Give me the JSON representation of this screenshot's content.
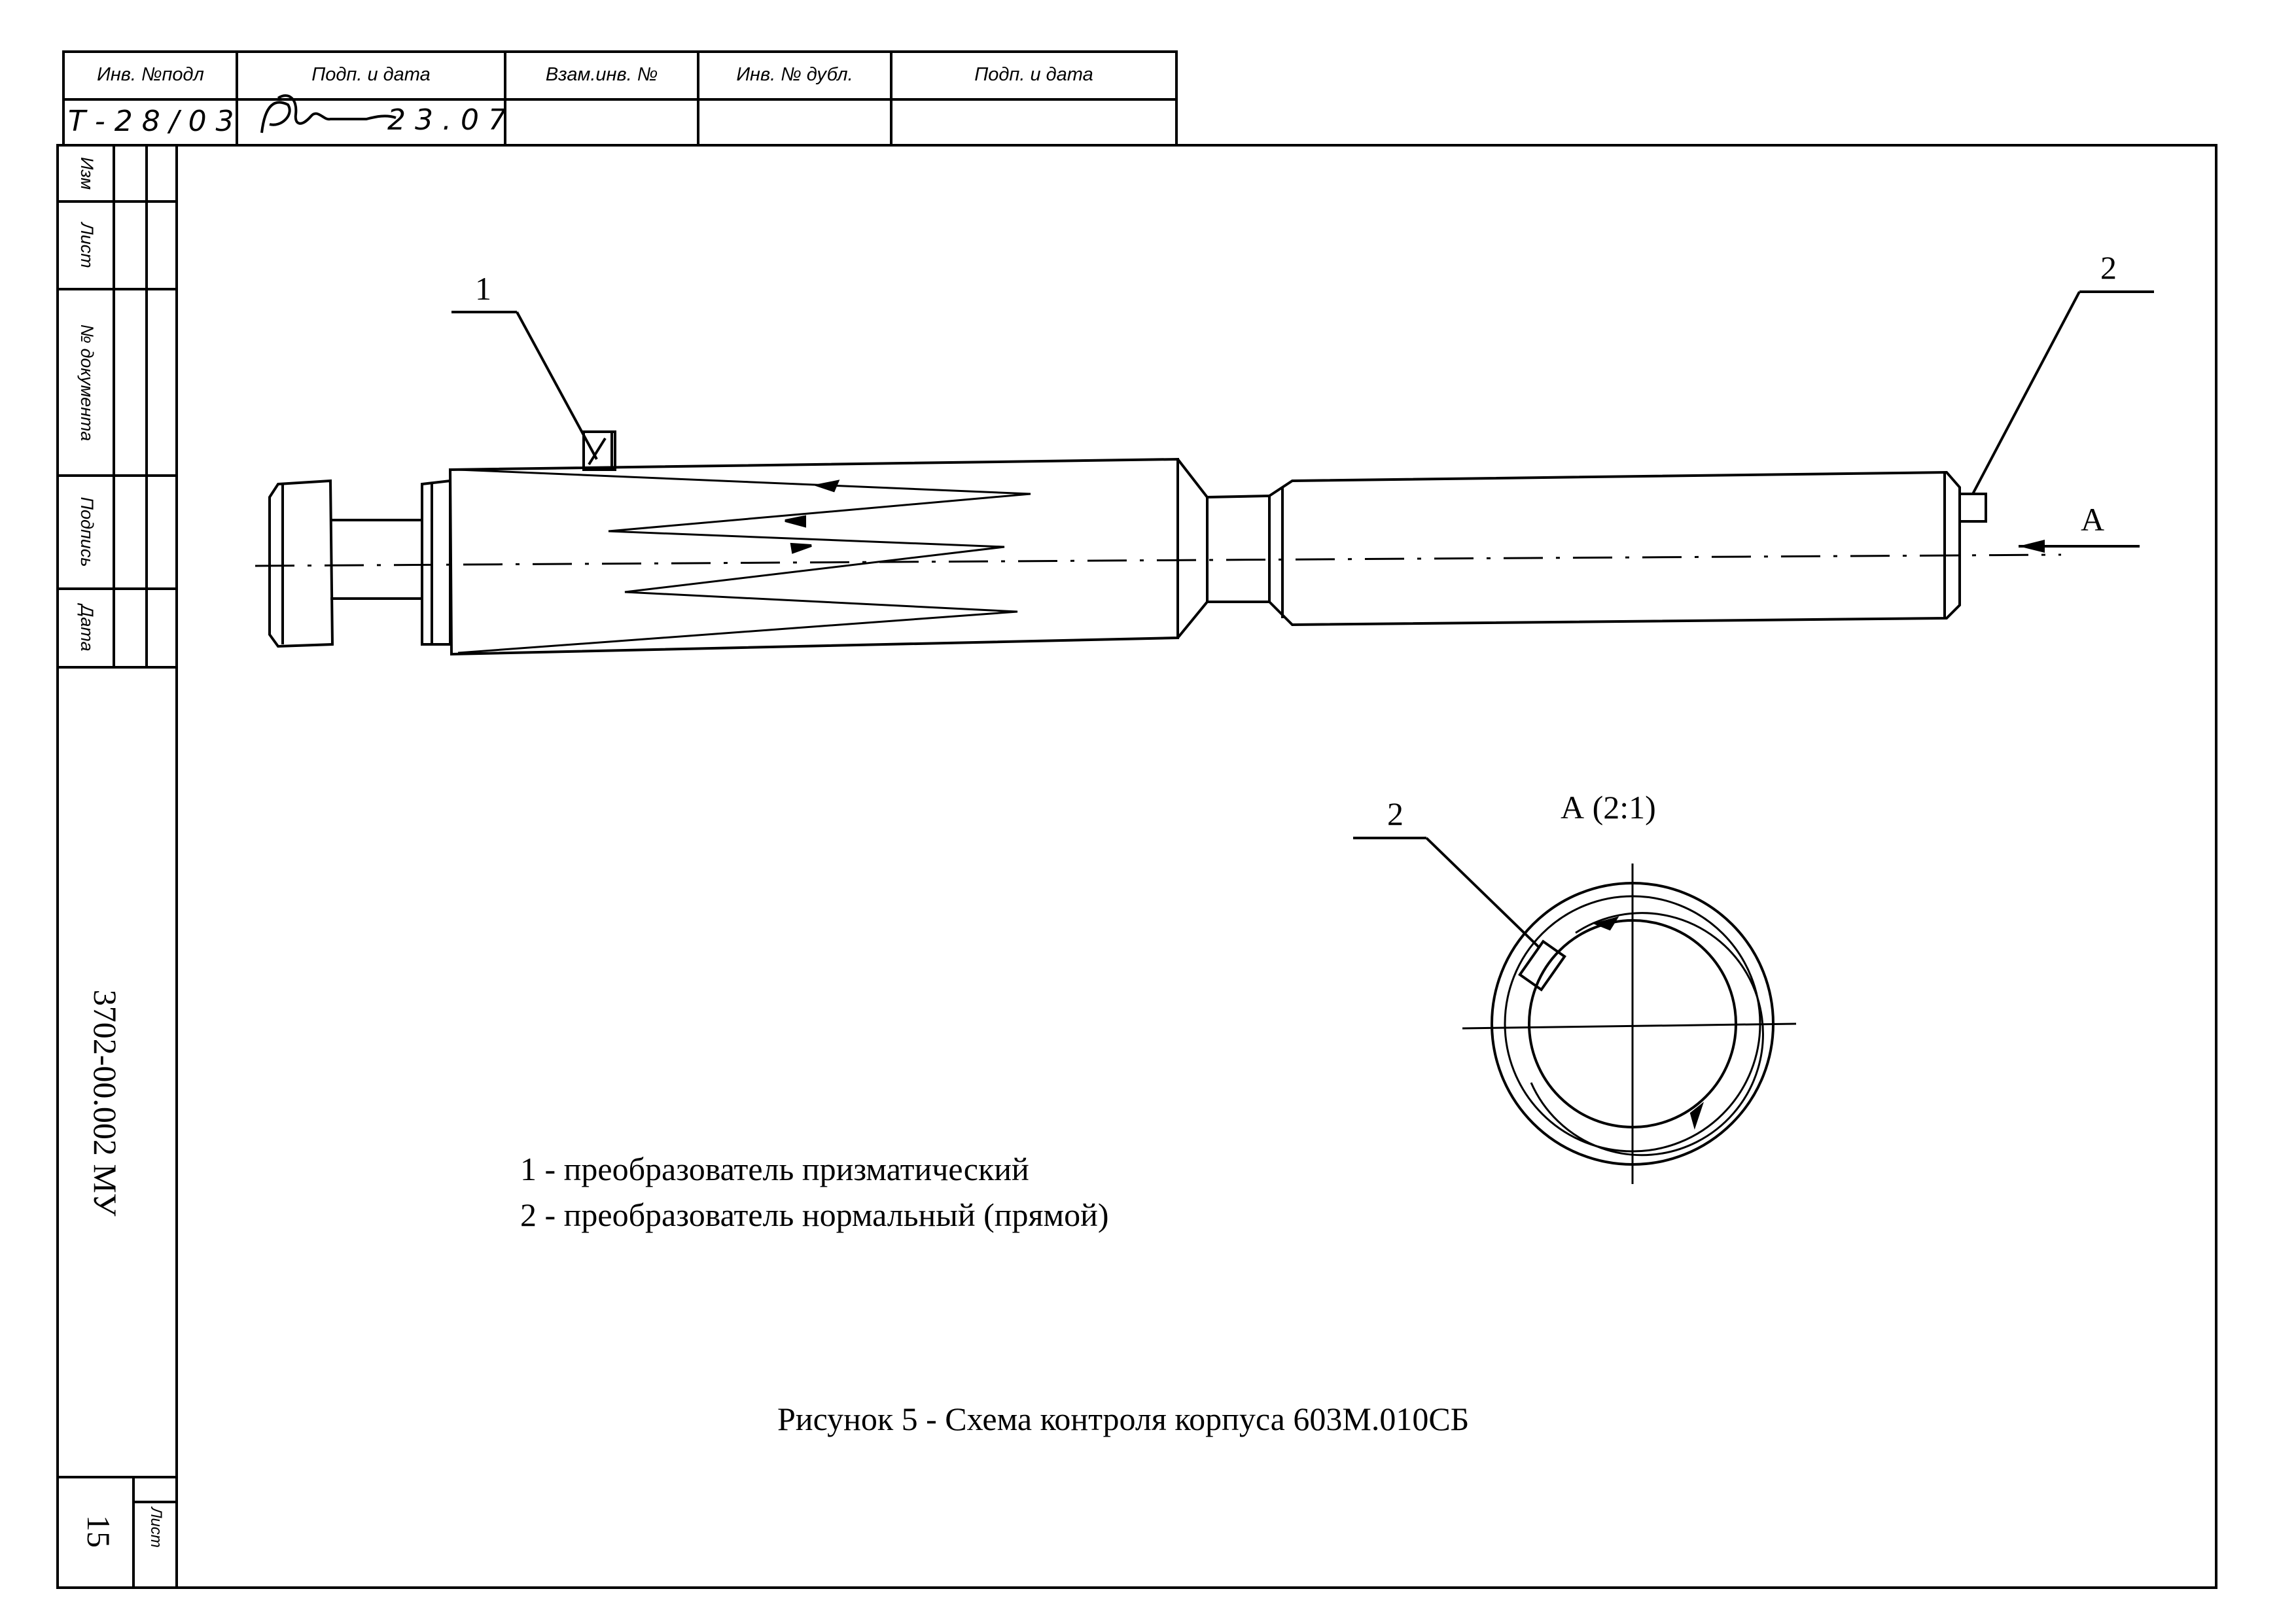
{
  "stamp": {
    "headers": [
      "Инв. №подл",
      "Подп. и дата",
      "Взам.инв. №",
      "Инв. № дубл.",
      "Подп. и дата"
    ],
    "inv_value": "Т-28/03",
    "date_value": "23.07"
  },
  "side_labels": [
    "Изм",
    "Лист",
    "№ документа",
    "Подпись",
    "Дата"
  ],
  "document_code": "3702-00.002 МУ",
  "sheet_label": "Лист",
  "sheet_number": "15",
  "callouts": {
    "one": "1",
    "two": "2",
    "two_view": "2",
    "arrow_a": "А",
    "view_a": "А (2:1)"
  },
  "legend": [
    "1 - преобразователь призматический",
    "2 - преобразователь нормальный (прямой)"
  ],
  "caption": "Рисунок 5 - Схема контроля корпуса 603М.010СБ"
}
